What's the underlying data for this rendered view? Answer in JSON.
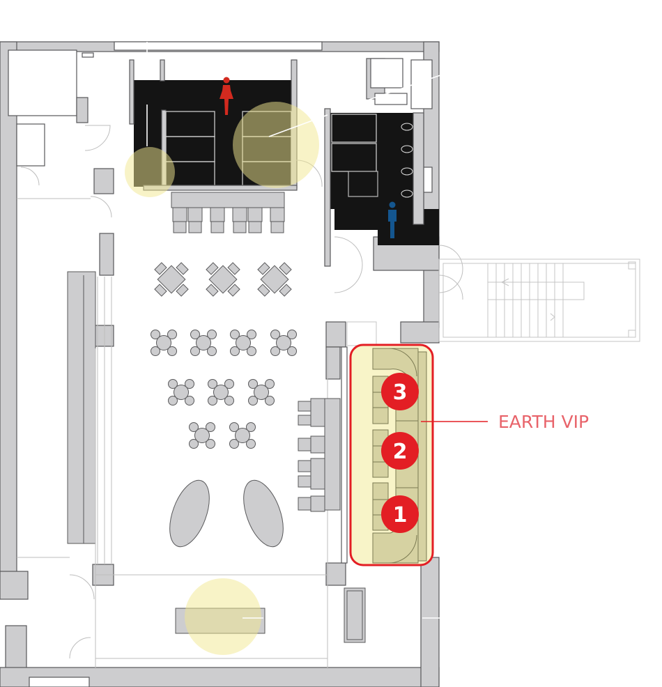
{
  "vip_area": {
    "label": "EARTH VIP",
    "booths": [
      {
        "number": "3"
      },
      {
        "number": "2"
      },
      {
        "number": "1"
      }
    ]
  },
  "icons": {
    "women_restroom": "female-person-icon",
    "men_restroom": "male-person-icon"
  },
  "colors": {
    "vip_highlight": "#e31e24",
    "vip_label": "#e8636a",
    "women_icon": "#d22a1f",
    "men_icon": "#14568f",
    "walls": "#cdcdcf",
    "restroom_floor": "#141414",
    "light_glow": "#f2e88f"
  }
}
